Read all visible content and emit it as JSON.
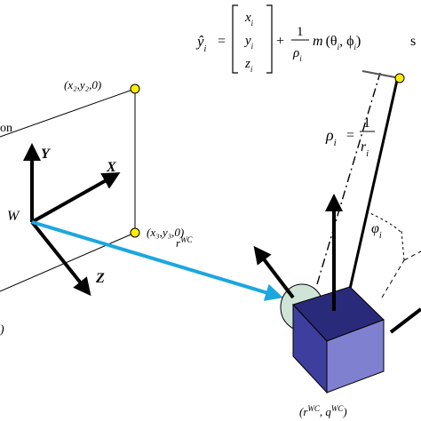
{
  "equation": {
    "lhs": "ŷ",
    "lhs_sub": "i",
    "equals": "=",
    "vector": [
      {
        "var": "x",
        "sub": "i"
      },
      {
        "var": "y",
        "sub": "i"
      },
      {
        "var": "z",
        "sub": "i"
      }
    ],
    "plus": "+",
    "frac_num": "1",
    "frac_den": "ρ",
    "frac_den_sub": "i",
    "func": "m",
    "args": "(θ",
    "arg_sub1": "i",
    "comma": ", ϕ",
    "arg_sub2": "i",
    "close": ")",
    "cut_char": "s"
  },
  "rho": {
    "lhs": "ρ",
    "sub": "i",
    "equals": "=",
    "num": "1",
    "den": "r",
    "den_sub": "i"
  },
  "labels": {
    "point_top": "(x₂,y₂,0)",
    "point_mid": "(x₃,y₃,0)",
    "plane_left": "on",
    "left_bottom": ")",
    "r_label": "r",
    "r_super": "WC",
    "origin": "W",
    "axis_y": "Y",
    "axis_x": "X",
    "axis_z": "Z",
    "phi": "φ",
    "phi_sub": "i",
    "camera_label_open": "(r",
    "camera_label_r_sup": "WC",
    "camera_label_mid": ", q",
    "camera_label_q_sup": "WC",
    "camera_label_close": ")"
  },
  "colors": {
    "ray": "#1ba7e0",
    "point_fill": "#ffee00",
    "cube_front": "#3e3e9e",
    "cube_top": "#2a2a7a",
    "cube_side": "#8080d0",
    "ellipse": "#cfe3d6"
  }
}
